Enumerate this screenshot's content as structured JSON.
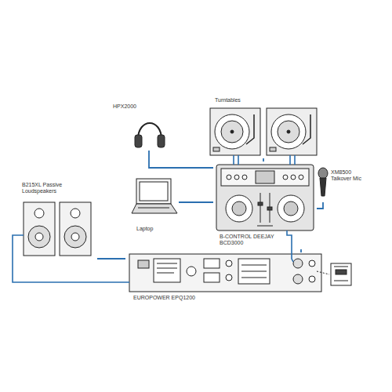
{
  "diagram": {
    "nodes": [
      {
        "text": [
          "Turntables"
        ]
      },
      {
        "text": [
          "HPX2000"
        ]
      },
      {
        "text": [
          "Laptop"
        ]
      },
      {
        "text": [
          "B-CONTROL DEEJAY BCD3000"
        ]
      },
      {
        "text": [
          "XM8500 Talkover Mic"
        ]
      },
      {
        "text": [
          "B215XL Passive Loudspeakers"
        ]
      },
      {
        "text": [
          "EUROPOWER EPQ1200"
        ]
      }
    ],
    "edges": [
      {
        "from": 0,
        "to": 3,
        "arrow": "none"
      },
      {
        "from": 1,
        "to": 3,
        "arrow": "none"
      },
      {
        "from": 2,
        "to": 3,
        "arrow": "none"
      },
      {
        "from": 4,
        "to": 3,
        "arrow": "none"
      },
      {
        "from": 3,
        "to": 6,
        "arrow": "none"
      },
      {
        "from": 6,
        "to": 5,
        "arrow": "none"
      }
    ]
  }
}
